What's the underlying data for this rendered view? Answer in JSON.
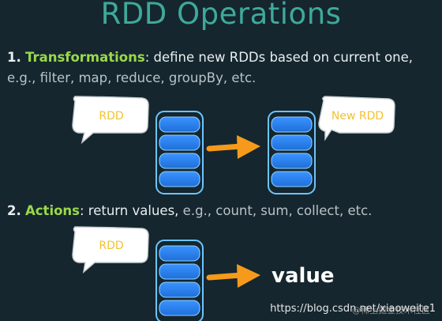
{
  "title": "RDD Operations",
  "transformations": {
    "number": "1.",
    "keyword": "Transformations",
    "colon": ":",
    "description": " define new RDDs based on current one,",
    "examples": "e.g., filter, map, reduce, groupBy, etc.",
    "input_bubble": "RDD",
    "output_bubble": "New RDD"
  },
  "actions": {
    "number": "2.",
    "keyword": "Actions",
    "colon": ":",
    "description": " return values,",
    "examples": " e.g., count, sum, collect, etc.",
    "input_bubble": "RDD",
    "result": "value"
  },
  "watermark": "https://blog.csdn.net/xiaoweite1",
  "watermark_faint": "@稀土掘金技术社区",
  "colors": {
    "background": "#15262e",
    "title": "#3fa99b",
    "keyword": "#9ad84a",
    "partition_fill": "#2e86f0",
    "partition_border": "#6cc4ff",
    "arrow": "#f59a1b",
    "bubble_text": "#f2c230"
  }
}
